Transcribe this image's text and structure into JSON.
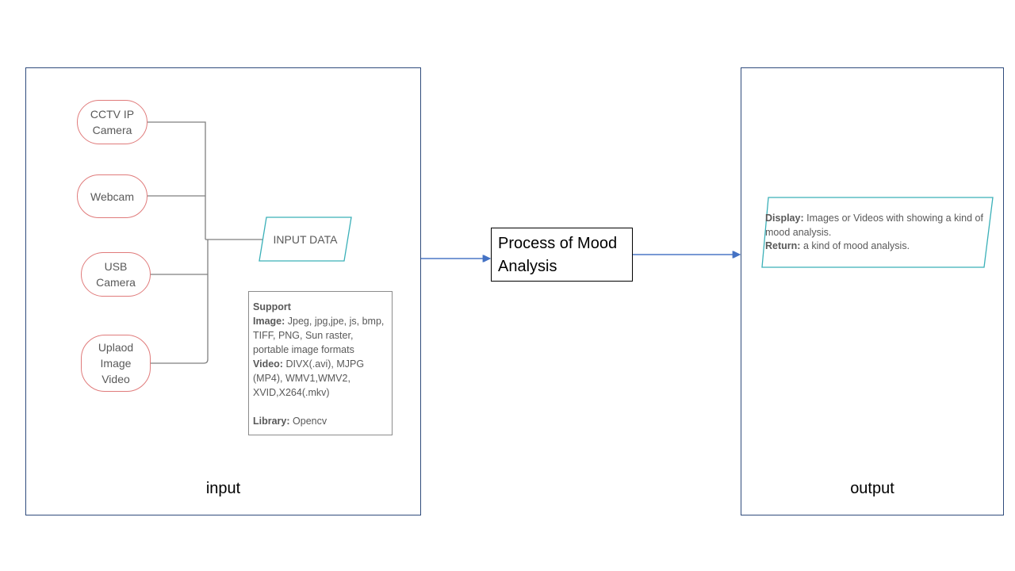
{
  "input_panel": {
    "label": "input",
    "sources": [
      {
        "label": "CCTV    IP\nCamera"
      },
      {
        "label": "Webcam"
      },
      {
        "label": "USB\nCamera"
      },
      {
        "label": "Uplaod\nImage\nVideo"
      }
    ],
    "input_data_label": "INPUT DATA",
    "support": {
      "title": "Support",
      "image_label": "Image:",
      "image_text": "Jpeg, jpg,jpe, js, bmp, TIFF, PNG, Sun raster, portable image formats",
      "video_label": "Video:",
      "video_text": "DIVX(.avi), MJPG (MP4), WMV1,WMV2, XVID,X264(.mkv)",
      "library_label": "Library:",
      "library_text": "Opencv"
    }
  },
  "process": {
    "label": "Process of Mood Analysis"
  },
  "output_panel": {
    "label": "output",
    "display_label": "Display:",
    "display_text": "Images  or Videos with showing  a kind of mood  analysis.",
    "return_label": "Return:",
    "return_text": "a kind  of mood  analysis."
  },
  "colors": {
    "panel_border": "#2f4b7c",
    "source_border": "#e07b7b",
    "data_border": "#3ab0b8",
    "arrow": "#4472c4",
    "connector": "#7f7f7f"
  }
}
